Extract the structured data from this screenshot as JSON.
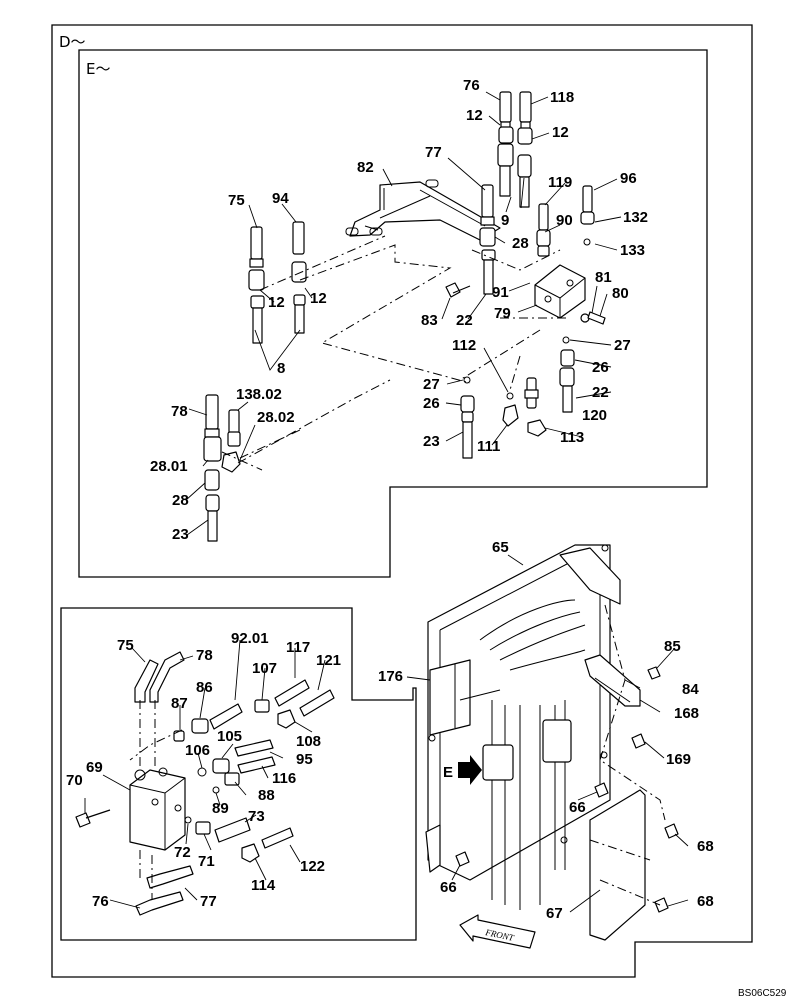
{
  "sections": {
    "outer": "D～",
    "inner": "E～"
  },
  "figure_code": "BS06C529",
  "front_label": "FRONT",
  "arrow_label": "E",
  "labels": {
    "76a": "76",
    "118": "118",
    "12a": "12",
    "12b": "12",
    "77a": "77",
    "82": "82",
    "119": "119",
    "96": "96",
    "75a": "75",
    "94": "94",
    "9": "9",
    "90": "90",
    "132": "132",
    "28a": "28",
    "133": "133",
    "81": "81",
    "80": "80",
    "91": "91",
    "12c": "12",
    "12d": "12",
    "83": "83",
    "22a": "22",
    "79": "79",
    "27a": "27",
    "8": "8",
    "112": "112",
    "26a": "26",
    "27b": "27",
    "22b": "22",
    "26b": "26",
    "120": "120",
    "78a": "78",
    "138.02": "138.02",
    "28.02": "28.02",
    "23a": "23",
    "111": "111",
    "113": "113",
    "28.01": "28.01",
    "28b": "28",
    "23b": "23",
    "65": "65",
    "75b": "75",
    "78b": "78",
    "92.01": "92.01",
    "117": "117",
    "121": "121",
    "176": "176",
    "85": "85",
    "86": "86",
    "107": "107",
    "87": "87",
    "84": "84",
    "168": "168",
    "108": "108",
    "105": "105",
    "69": "69",
    "106": "106",
    "95": "95",
    "169": "169",
    "70": "70",
    "116": "116",
    "88": "88",
    "89": "89",
    "66a": "66",
    "73": "73",
    "72": "72",
    "71": "71",
    "68a": "68",
    "122": "122",
    "114": "114",
    "66b": "66",
    "76b": "76",
    "77b": "77",
    "67": "67",
    "68b": "68"
  }
}
